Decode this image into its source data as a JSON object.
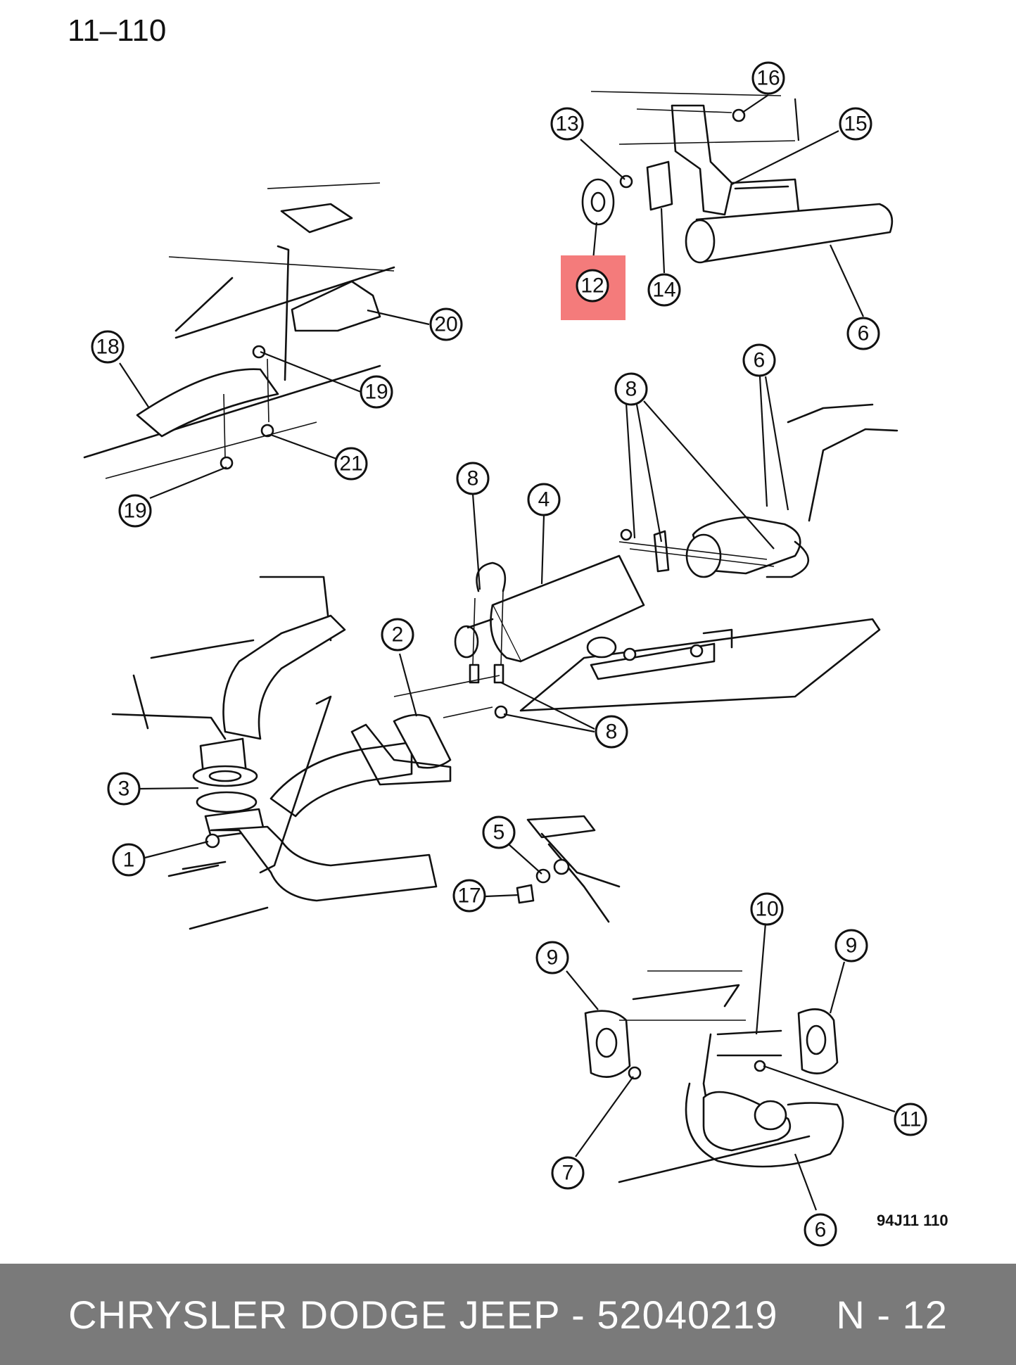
{
  "sheet_number": "11–110",
  "figure_code": "94J11  110",
  "highlight": {
    "color": "#f47b7b",
    "label": "12"
  },
  "callouts": {
    "c1": "1",
    "c2": "2",
    "c3": "3",
    "c4": "4",
    "c5": "5",
    "c6a": "6",
    "c6b": "6",
    "c6c": "6",
    "c7": "7",
    "c8a": "8",
    "c8b": "8",
    "c8c": "8",
    "c9a": "9",
    "c9b": "9",
    "c10": "10",
    "c11": "11",
    "c12": "12",
    "c13": "13",
    "c14": "14",
    "c15": "15",
    "c16": "16",
    "c17": "17",
    "c18": "18",
    "c19a": "19",
    "c19b": "19",
    "c20": "20",
    "c21": "21"
  },
  "footer": {
    "text": "CHRYSLER DODGE JEEP - 52040219     N - 12",
    "background": "#7a7a7a",
    "color": "#ffffff"
  }
}
